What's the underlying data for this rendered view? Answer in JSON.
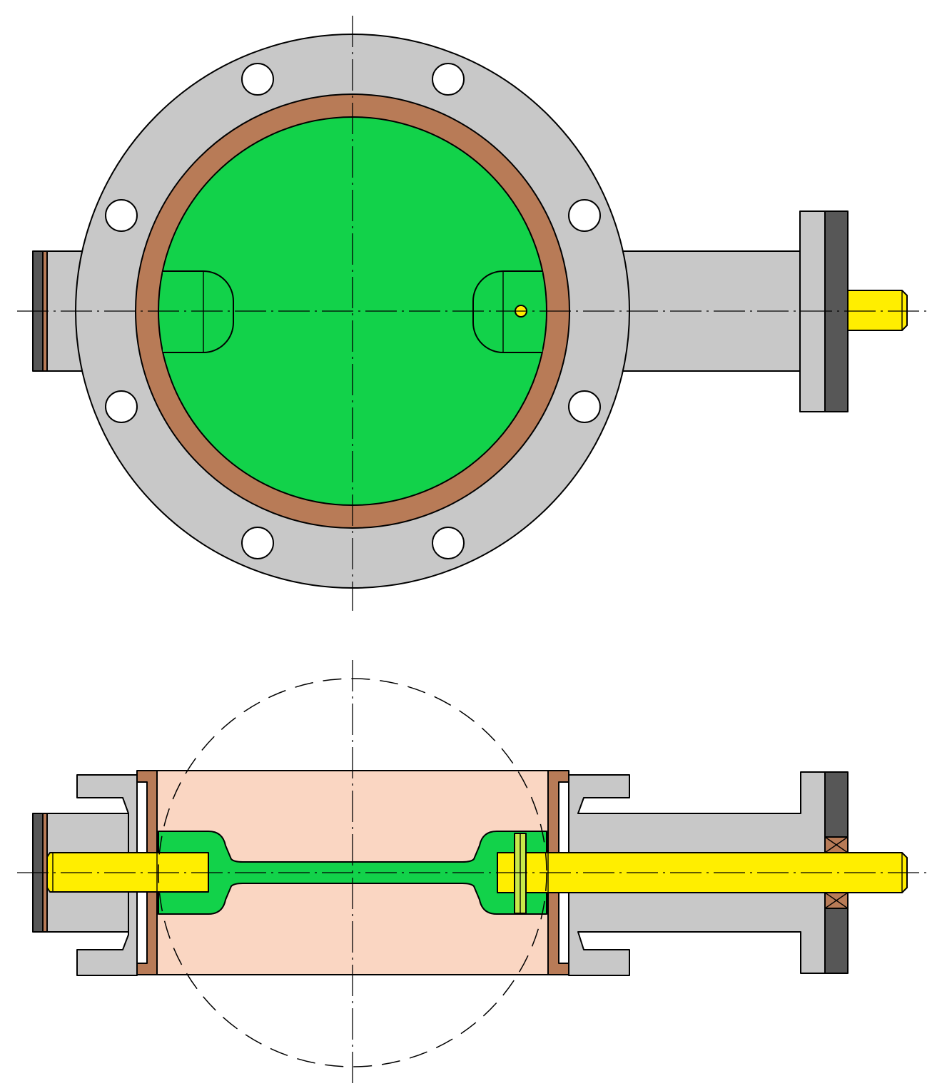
{
  "drawing": {
    "views": [
      "front-view",
      "section-view"
    ],
    "colors": {
      "body": "#c8c8c8",
      "liner": "#b87b57",
      "disc": "#12d24a",
      "shaft": "#ffee00",
      "gland": "#575757",
      "interior": "#fad6c2",
      "background": "#ffffff"
    },
    "bolt_holes": 8
  }
}
